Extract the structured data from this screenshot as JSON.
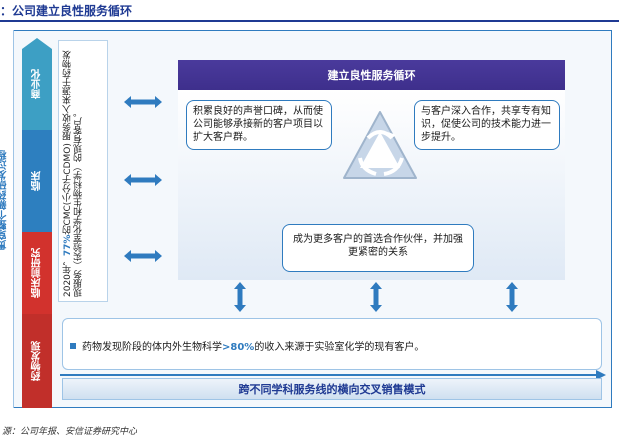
{
  "title": "：公司建立良性服务循环",
  "sidebar_vertical_label": "贯穿整个新药研发过程",
  "stages": [
    {
      "label": "商业化"
    },
    {
      "label": "临床"
    },
    {
      "label": "临床前研究"
    },
    {
      "label": "药物发现"
    }
  ],
  "info": {
    "text_prefix": "2020年，",
    "highlight": "77%",
    "text_suffix": "的CMC(小分子CDMO) 服务收入来源于药物发现服务（实验室化学和生物科学）的现有客户。"
  },
  "cycle_panel": {
    "header": "建立良性服务循环",
    "bubble_left": "积累良好的声誉口碑，从而使公司能够承接新的客户项目以扩大客户群。",
    "bubble_right": "与客户深入合作，共享专有知识，促使公司的技术能力进一步提升。",
    "bubble_bottom": "成为更多客户的首选合作伙伴，并加强更紧密的关系"
  },
  "bottom_note": {
    "prefix": "药物发现阶段的体内外生物科学",
    "highlight": ">80%",
    "suffix": "的收入来源于实验室化学的现有客户。"
  },
  "banner": "跨不同学科服务线的横向交叉销售模式",
  "source": "源：公司年报、安信证券研究中心",
  "colors": {
    "accent_blue": "#2f7bbf",
    "header_purple": "#3e2f8c",
    "stage_red": "#c12f2a",
    "stage_teal": "#3d9fc4"
  }
}
